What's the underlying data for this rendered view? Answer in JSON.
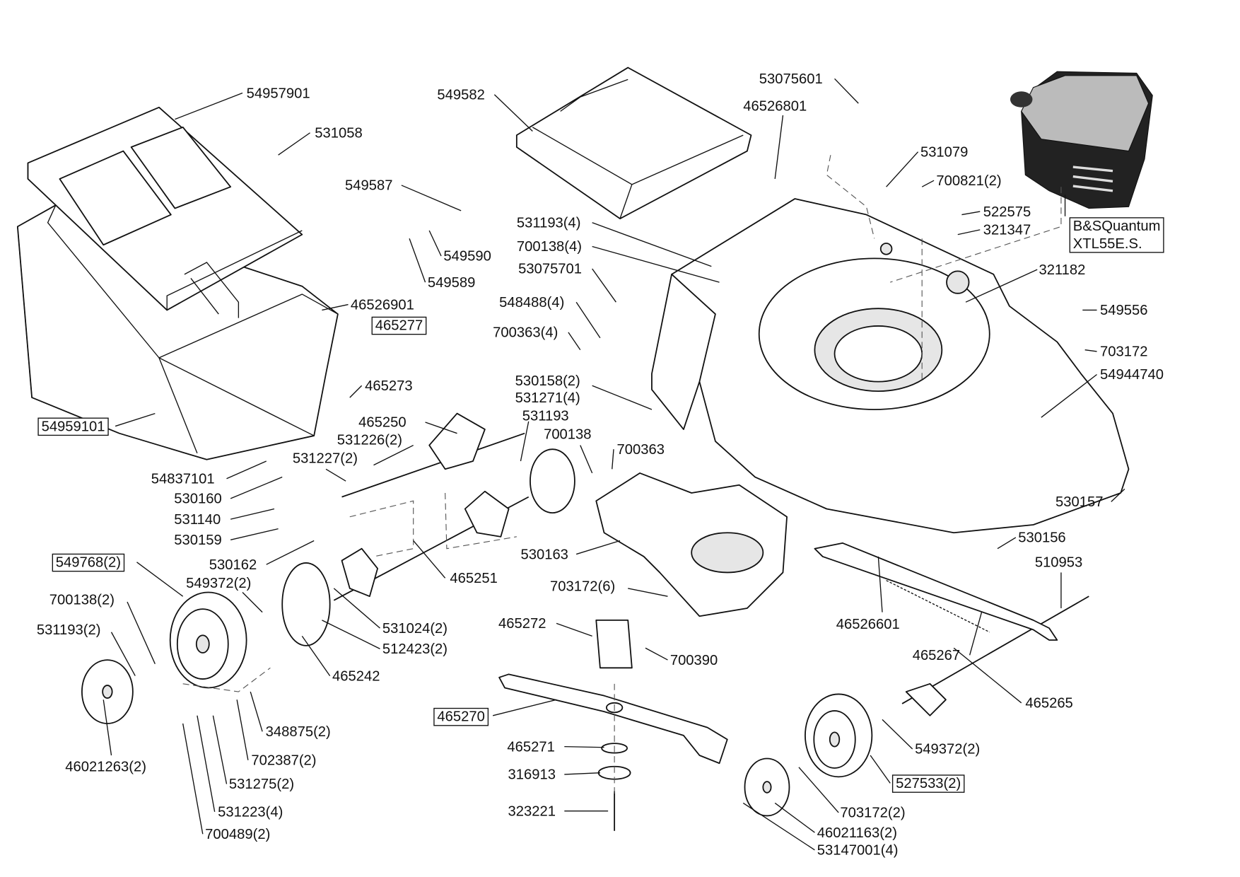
{
  "diagram": {
    "type": "exploded parts diagram",
    "labels": [
      {
        "text": "54957901",
        "boxed": false
      },
      {
        "text": "531058",
        "boxed": false
      },
      {
        "text": "549582",
        "boxed": false
      },
      {
        "text": "53075601",
        "boxed": false
      },
      {
        "text": "46526801",
        "boxed": false
      },
      {
        "text": "549587",
        "boxed": false
      },
      {
        "text": "531079",
        "boxed": false
      },
      {
        "text": "700821(2)",
        "boxed": false
      },
      {
        "text": "522575",
        "boxed": false
      },
      {
        "text": "321347",
        "boxed": false
      },
      {
        "text": "B&SQuantum",
        "boxed": true
      },
      {
        "text": "549590",
        "boxed": false
      },
      {
        "text": "549589",
        "boxed": false
      },
      {
        "text": "531193(4)",
        "boxed": false
      },
      {
        "text": "700138(4)",
        "boxed": false
      },
      {
        "text": "53075701",
        "boxed": false
      },
      {
        "text": "321182",
        "boxed": false
      },
      {
        "text": "548488(4)",
        "boxed": false
      },
      {
        "text": "465277",
        "boxed": true
      },
      {
        "text": "46526901",
        "boxed": false
      },
      {
        "text": "549556",
        "boxed": false
      },
      {
        "text": "700363(4)",
        "boxed": false
      },
      {
        "text": "703172",
        "boxed": false
      },
      {
        "text": "54944740",
        "boxed": false
      },
      {
        "text": "465273",
        "boxed": false
      },
      {
        "text": "530158(2)",
        "boxed": false
      },
      {
        "text": "531271(4)",
        "boxed": false
      },
      {
        "text": "465250",
        "boxed": false
      },
      {
        "text": "54959101",
        "boxed": true
      },
      {
        "text": "531193",
        "boxed": false
      },
      {
        "text": "700138",
        "boxed": false
      },
      {
        "text": "531226(2)",
        "boxed": false
      },
      {
        "text": "700363",
        "boxed": false
      },
      {
        "text": "531227(2)",
        "boxed": false
      },
      {
        "text": "54837101",
        "boxed": false
      },
      {
        "text": "530160",
        "boxed": false
      },
      {
        "text": "530157",
        "boxed": false
      },
      {
        "text": "531140",
        "boxed": false
      },
      {
        "text": "530156",
        "boxed": false
      },
      {
        "text": "530163",
        "boxed": false
      },
      {
        "text": "530159",
        "boxed": false
      },
      {
        "text": "549768(2)",
        "boxed": true
      },
      {
        "text": "510953",
        "boxed": false
      },
      {
        "text": "530162",
        "boxed": false
      },
      {
        "text": "549372(2)",
        "boxed": false
      },
      {
        "text": "465251",
        "boxed": false
      },
      {
        "text": "703172(6)",
        "boxed": false
      },
      {
        "text": "700138(2)",
        "boxed": false
      },
      {
        "text": "465272",
        "boxed": false
      },
      {
        "text": "46526601",
        "boxed": false
      },
      {
        "text": "531024(2)",
        "boxed": false
      },
      {
        "text": "531193(2)",
        "boxed": false
      },
      {
        "text": "512423(2)",
        "boxed": false
      },
      {
        "text": "465267",
        "boxed": false
      },
      {
        "text": "700390",
        "boxed": false
      },
      {
        "text": "465242",
        "boxed": false
      },
      {
        "text": "465265",
        "boxed": false
      },
      {
        "text": "465270",
        "boxed": true
      },
      {
        "text": "348875(2)",
        "boxed": false
      },
      {
        "text": "549372(2)",
        "boxed": false
      },
      {
        "text": "465271",
        "boxed": false
      },
      {
        "text": "702387(2)",
        "boxed": false
      },
      {
        "text": "46021263(2)",
        "boxed": false
      },
      {
        "text": "316913",
        "boxed": false
      },
      {
        "text": "527533(2)",
        "boxed": true
      },
      {
        "text": "531275(2)",
        "boxed": false
      },
      {
        "text": "323221",
        "boxed": false
      },
      {
        "text": "531223(4)",
        "boxed": false
      },
      {
        "text": "703172(2)",
        "boxed": false
      },
      {
        "text": "46021163(2)",
        "boxed": false
      },
      {
        "text": "700489(2)",
        "boxed": false
      },
      {
        "text": "53147001(4)",
        "boxed": false
      }
    ],
    "engine_label_line2": "XTL55E.S."
  }
}
